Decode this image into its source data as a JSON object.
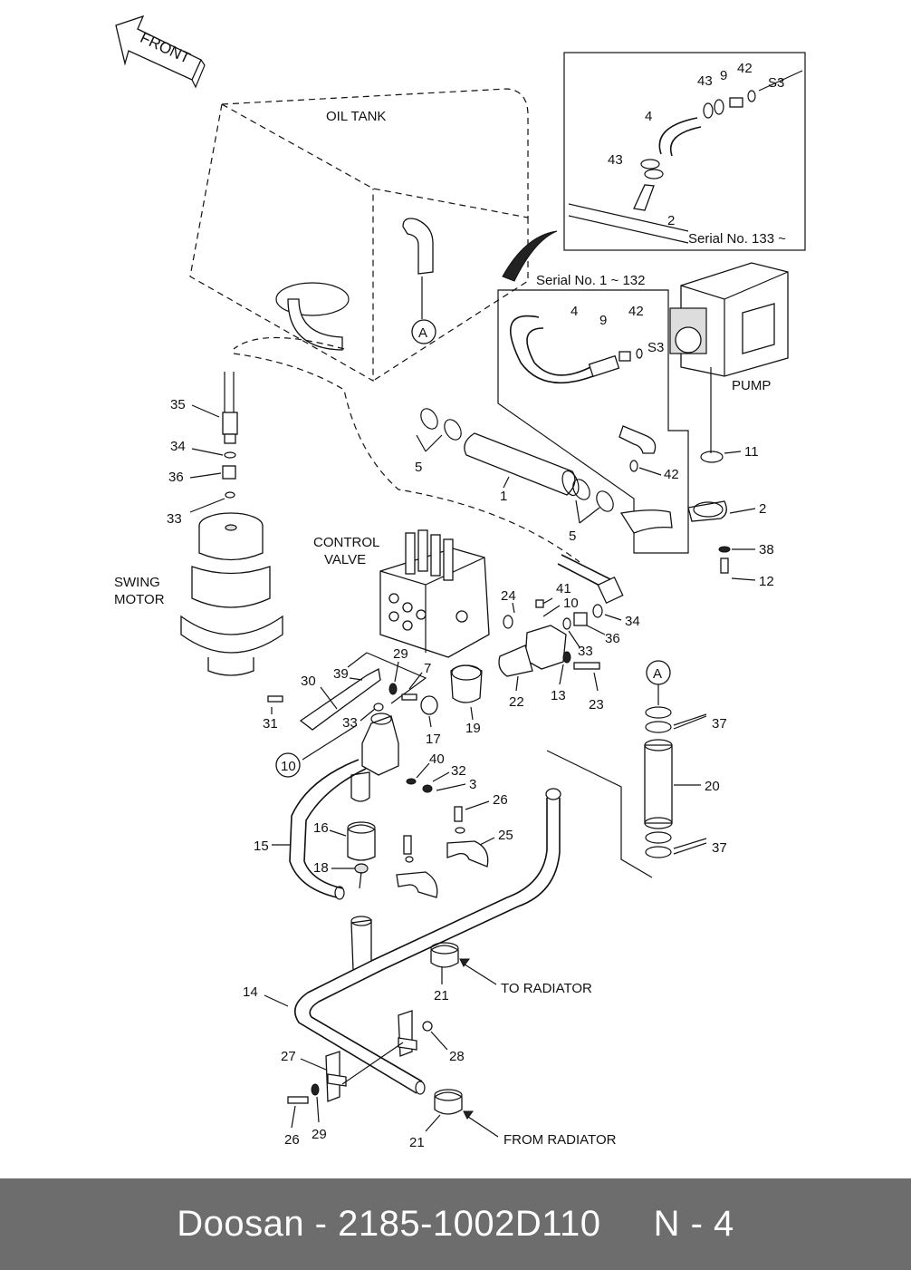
{
  "diagram": {
    "front_arrow": "FRONT",
    "labels": {
      "oil_tank": "OIL TANK",
      "pump": "PUMP",
      "swing_motor_1": "SWING",
      "swing_motor_2": "MOTOR",
      "control_valve_1": "CONTROL",
      "control_valve_2": "VALVE",
      "to_radiator": "TO RADIATOR",
      "from_radiator": "FROM RADIATOR",
      "serial_1_132": "Serial No. 1 ~ 132",
      "serial_133": "Serial No. 133 ~",
      "ref_a": "A"
    },
    "parts": {
      "p1": "1",
      "p2": "2",
      "p2b": "2",
      "p3": "3",
      "p4": "4",
      "p4b": "4",
      "p5a": "5",
      "p5b": "5",
      "p7": "7",
      "p9": "9",
      "p9b": "9",
      "p10": "10",
      "p10c": "10",
      "p11": "11",
      "p12": "12",
      "p13": "13",
      "p14": "14",
      "p15": "15",
      "p16": "16",
      "p17": "17",
      "p18": "18",
      "p19": "19",
      "p20": "20",
      "p21a": "21",
      "p21b": "21",
      "p22": "22",
      "p23": "23",
      "p24": "24",
      "p25": "25",
      "p26a": "26",
      "p26b": "26",
      "p27": "27",
      "p28": "28",
      "p29a": "29",
      "p29b": "29",
      "p30": "30",
      "p31": "31",
      "p32": "32",
      "p33a": "33",
      "p33b": "33",
      "p33c": "33",
      "p34a": "34",
      "p34b": "34",
      "p35": "35",
      "p36a": "36",
      "p36b": "36",
      "p37a": "37",
      "p37b": "37",
      "p38": "38",
      "p39": "39",
      "p40": "40",
      "p41": "41",
      "p42a": "42",
      "p42b": "42",
      "p42c": "42",
      "p43a": "43",
      "p43b": "43",
      "s3a": "S3",
      "s3b": "S3"
    }
  },
  "footer": {
    "text": "Doosan - 2185-1002D110     N - 4"
  }
}
